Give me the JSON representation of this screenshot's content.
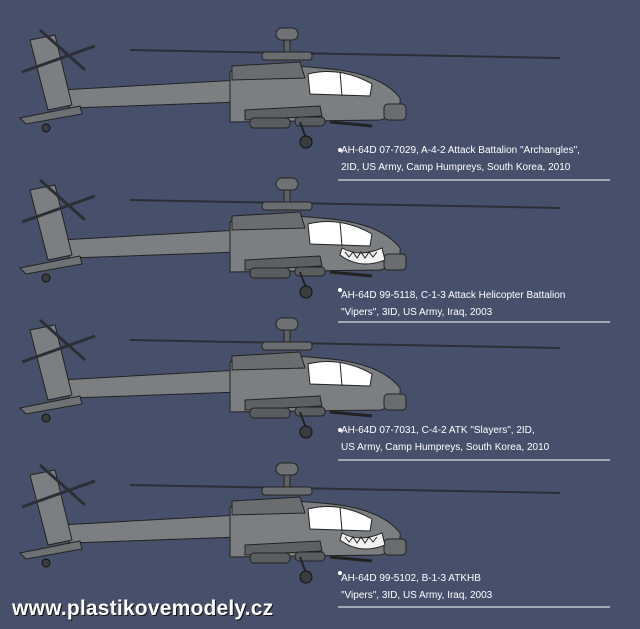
{
  "profiles": [
    {
      "serial": "77029",
      "caption_line1": "AH-64D 07-7029, A-4-2 Attack Battalion \"Archangles\",",
      "caption_line2": "2ID, US Army, Camp Humpreys, South Korea, 2010",
      "shark_mouth": false,
      "emblem": true
    },
    {
      "serial": "95118",
      "caption_line1": "AH-64D 99-5118, C-1-3 Attack Helicopter Battalion",
      "caption_line2": "\"Vipers\", 3ID, US Army, Iraq, 2003",
      "shark_mouth": true,
      "emblem": false
    },
    {
      "serial": "77031",
      "caption_line1": "AH-64D 07-7031, C-4-2 ATK \"Slayers\", 2ID,",
      "caption_line2": "US Army, Camp Humpreys, South Korea, 2010",
      "shark_mouth": false,
      "emblem": true
    },
    {
      "serial": "95102",
      "caption_line1": "AH-64D 99-5102, B-1-3 ATKHB",
      "caption_line2": "\"Vipers\", 3ID, US Army, Iraq, 2003",
      "shark_mouth": true,
      "emblem": false
    }
  ],
  "watermark": "www.plastikovemodely.cz",
  "colors": {
    "background": "#46506b",
    "fuselage": "#7c7f82",
    "canopy": "#ffffff",
    "text": "#ffffff"
  }
}
